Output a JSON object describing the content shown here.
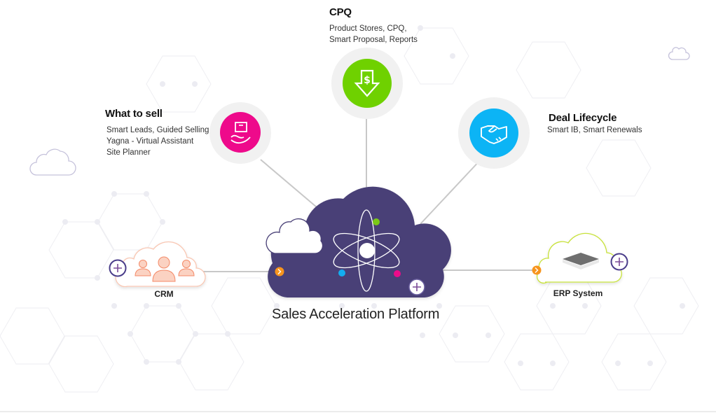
{
  "diagram": {
    "center": {
      "label": "Sales Acceleration Platform",
      "icon": "atom-icon",
      "color": "#4a4177"
    },
    "top_nodes": [
      {
        "id": "what-to-sell",
        "title": "What to sell",
        "lines": [
          "Smart Leads, Guided Selling",
          "Yagna - Virtual Assistant",
          "Site Planner"
        ],
        "icon": "box-on-hand-icon",
        "color": "#ee0a8b"
      },
      {
        "id": "cpq",
        "title": "CPQ",
        "lines": [
          "Product Stores, CPQ,",
          "Smart Proposal, Reports"
        ],
        "icon": "dollar-down-arrow-icon",
        "color": "#6fd100"
      },
      {
        "id": "deal-lifecycle",
        "title": "Deal Lifecycle",
        "lines": [
          "Smart IB,  Smart Renewals"
        ],
        "icon": "handshake-icon",
        "color": "#0cb4f5"
      }
    ],
    "side_nodes": [
      {
        "id": "crm",
        "label": "CRM",
        "icon": "people-icon",
        "color": "#f48a68"
      },
      {
        "id": "erp",
        "label": "ERP System",
        "icon": "layers-icon",
        "color": "#c8e23a"
      }
    ],
    "connector_color": "#f7941d",
    "plus_color": "#4a3d8a"
  }
}
